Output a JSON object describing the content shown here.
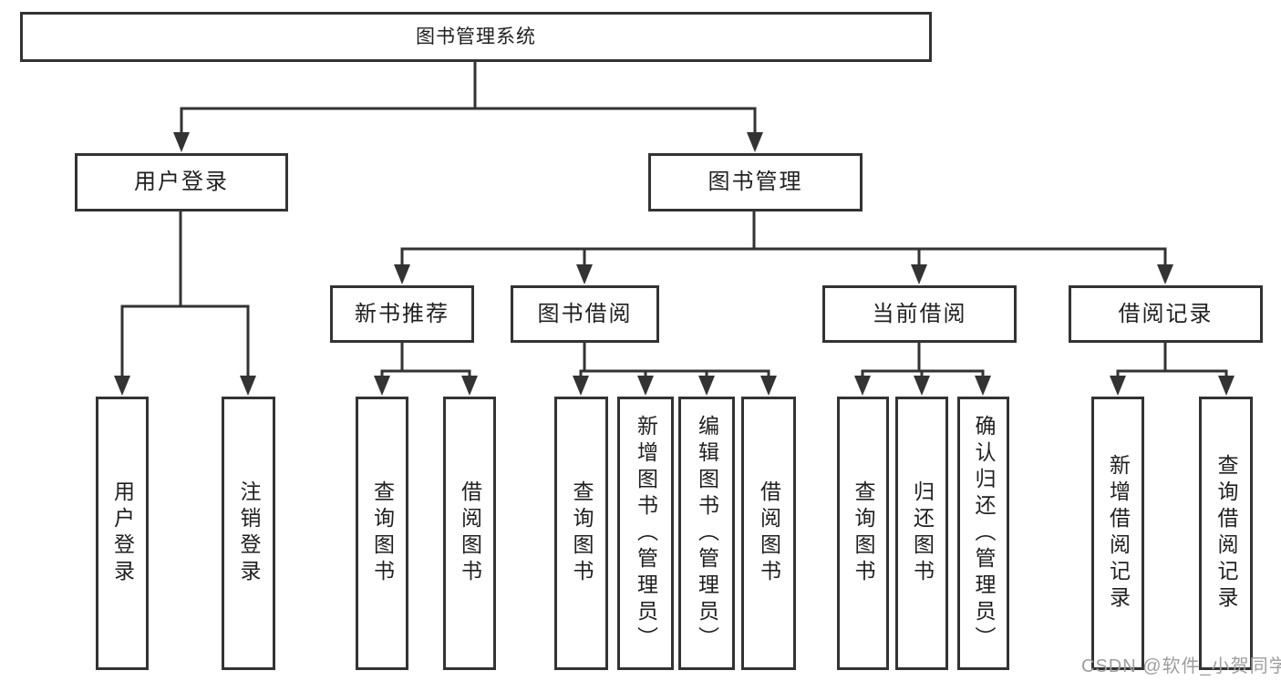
{
  "tree": {
    "label": "图书管理系统",
    "children": [
      {
        "label": "用户登录",
        "children": [
          {
            "label": "用户登录"
          },
          {
            "label": "注销登录"
          }
        ]
      },
      {
        "label": "图书管理",
        "children": [
          {
            "label": "新书推荐",
            "children": [
              {
                "label": "查询图书"
              },
              {
                "label": "借阅图书"
              }
            ]
          },
          {
            "label": "图书借阅",
            "children": [
              {
                "label": "查询图书"
              },
              {
                "label": "新增图书（管理员）"
              },
              {
                "label": "编辑图书（管理员）"
              },
              {
                "label": "借阅图书"
              }
            ]
          },
          {
            "label": "当前借阅",
            "children": [
              {
                "label": "查询图书"
              },
              {
                "label": "归还图书"
              },
              {
                "label": "确认归还（管理员）"
              }
            ]
          },
          {
            "label": "借阅记录",
            "children": [
              {
                "label": "新增借阅记录"
              },
              {
                "label": "查询借阅记录"
              }
            ]
          }
        ]
      }
    ]
  },
  "watermark": "CSDN @软件_小贺同学",
  "colors": {
    "line": "#333333",
    "text": "#1f1f1f",
    "watermark": "#9e9e9e",
    "background": "#ffffff"
  }
}
